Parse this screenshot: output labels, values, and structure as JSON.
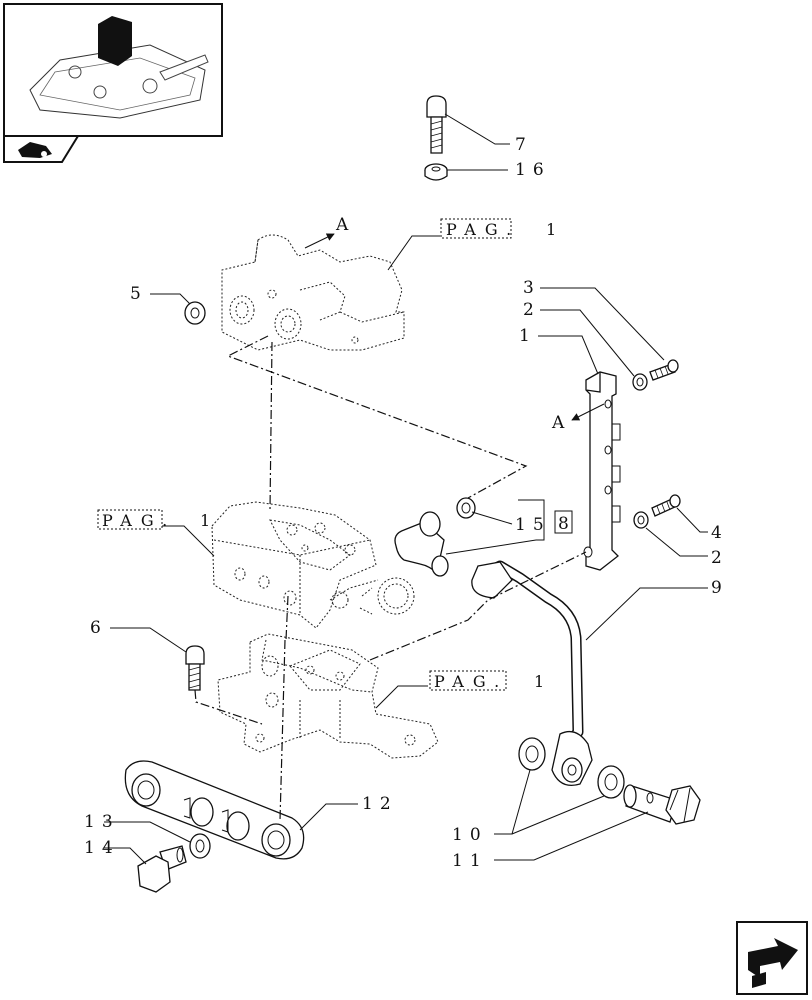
{
  "callouts": {
    "c7": "7",
    "c16": "16",
    "c5": "5",
    "c3": "3",
    "c2a": "2",
    "c1": "1",
    "c4": "4",
    "c2b": "2",
    "c9": "9",
    "c15": "15",
    "c8": "8",
    "c6": "6",
    "c12": "12",
    "c13": "13",
    "c14": "14",
    "c10": "10",
    "c11": "11",
    "arrowA1": "A",
    "arrowA2": "A"
  },
  "page_refs": {
    "top": {
      "text": "PAG.",
      "num": "1"
    },
    "left": {
      "text": "PAG.",
      "num": "1"
    },
    "bottom": {
      "text": "PAG.",
      "num": "1"
    }
  }
}
